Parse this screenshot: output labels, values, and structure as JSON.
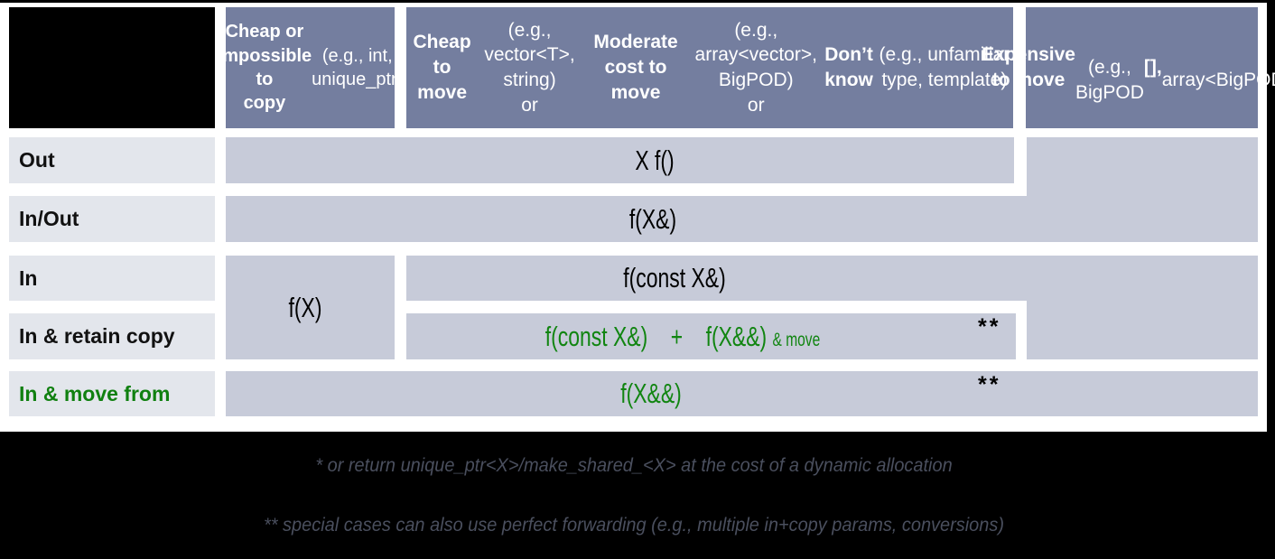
{
  "colors": {
    "header_bg": "#747e9f",
    "header_text": "#ffffff",
    "cell_bg": "#c7cbd9",
    "row_label_bg": "#e3e6ec",
    "green": "#108010",
    "code_text": "#000000",
    "footnote_text": "#4a4f5e",
    "frame": "#000000"
  },
  "header": {
    "col1": [
      {
        "t": "Cheap or\nimpossible to\ncopy ",
        "b": true
      },
      {
        "t": "(e.g., int,\nunique_ptr)",
        "b": false
      }
    ],
    "col2": [
      {
        "t": "Cheap to move ",
        "b": true
      },
      {
        "t": "(e.g., vector<T>, string)\nor ",
        "b": false
      },
      {
        "t": "Moderate cost to move ",
        "b": true
      },
      {
        "t": "(e.g., array<vector>, BigPOD)\nor ",
        "b": false
      },
      {
        "t": "Don’t know ",
        "b": true
      },
      {
        "t": "(e.g., unfamiliar type, template)",
        "b": false
      }
    ],
    "col3": [
      {
        "t": "Expensive to move",
        "b": true
      },
      {
        "t": "\n(e.g., BigPOD",
        "b": false
      },
      {
        "t": "[],",
        "b": true
      },
      {
        "t": "\narray<BigPOD>)",
        "b": false
      }
    ]
  },
  "row_labels": {
    "out": "Out",
    "in_out": "In/Out",
    "in": "In",
    "in_retain_copy": "In & retain copy",
    "in_move_from": "In & move from"
  },
  "cells": {
    "out": "X f()",
    "in_out": "f(X&)",
    "in_cheap_copy": "f(X)",
    "in_const_ref": "f(const X&)",
    "in_retain_copy_main": "f(const X&)    +    f(X&&) ",
    "in_retain_copy_suffix": "& move",
    "in_retain_copy_marker": "**",
    "in_move_from": "f(X&&)",
    "in_move_from_marker": "**"
  },
  "footnotes": [
    "* or return unique_ptr<X>/make_shared_<X> at the cost of a dynamic allocation",
    "** special cases can also use perfect forwarding (e.g., multiple in+copy params, conversions)"
  ]
}
